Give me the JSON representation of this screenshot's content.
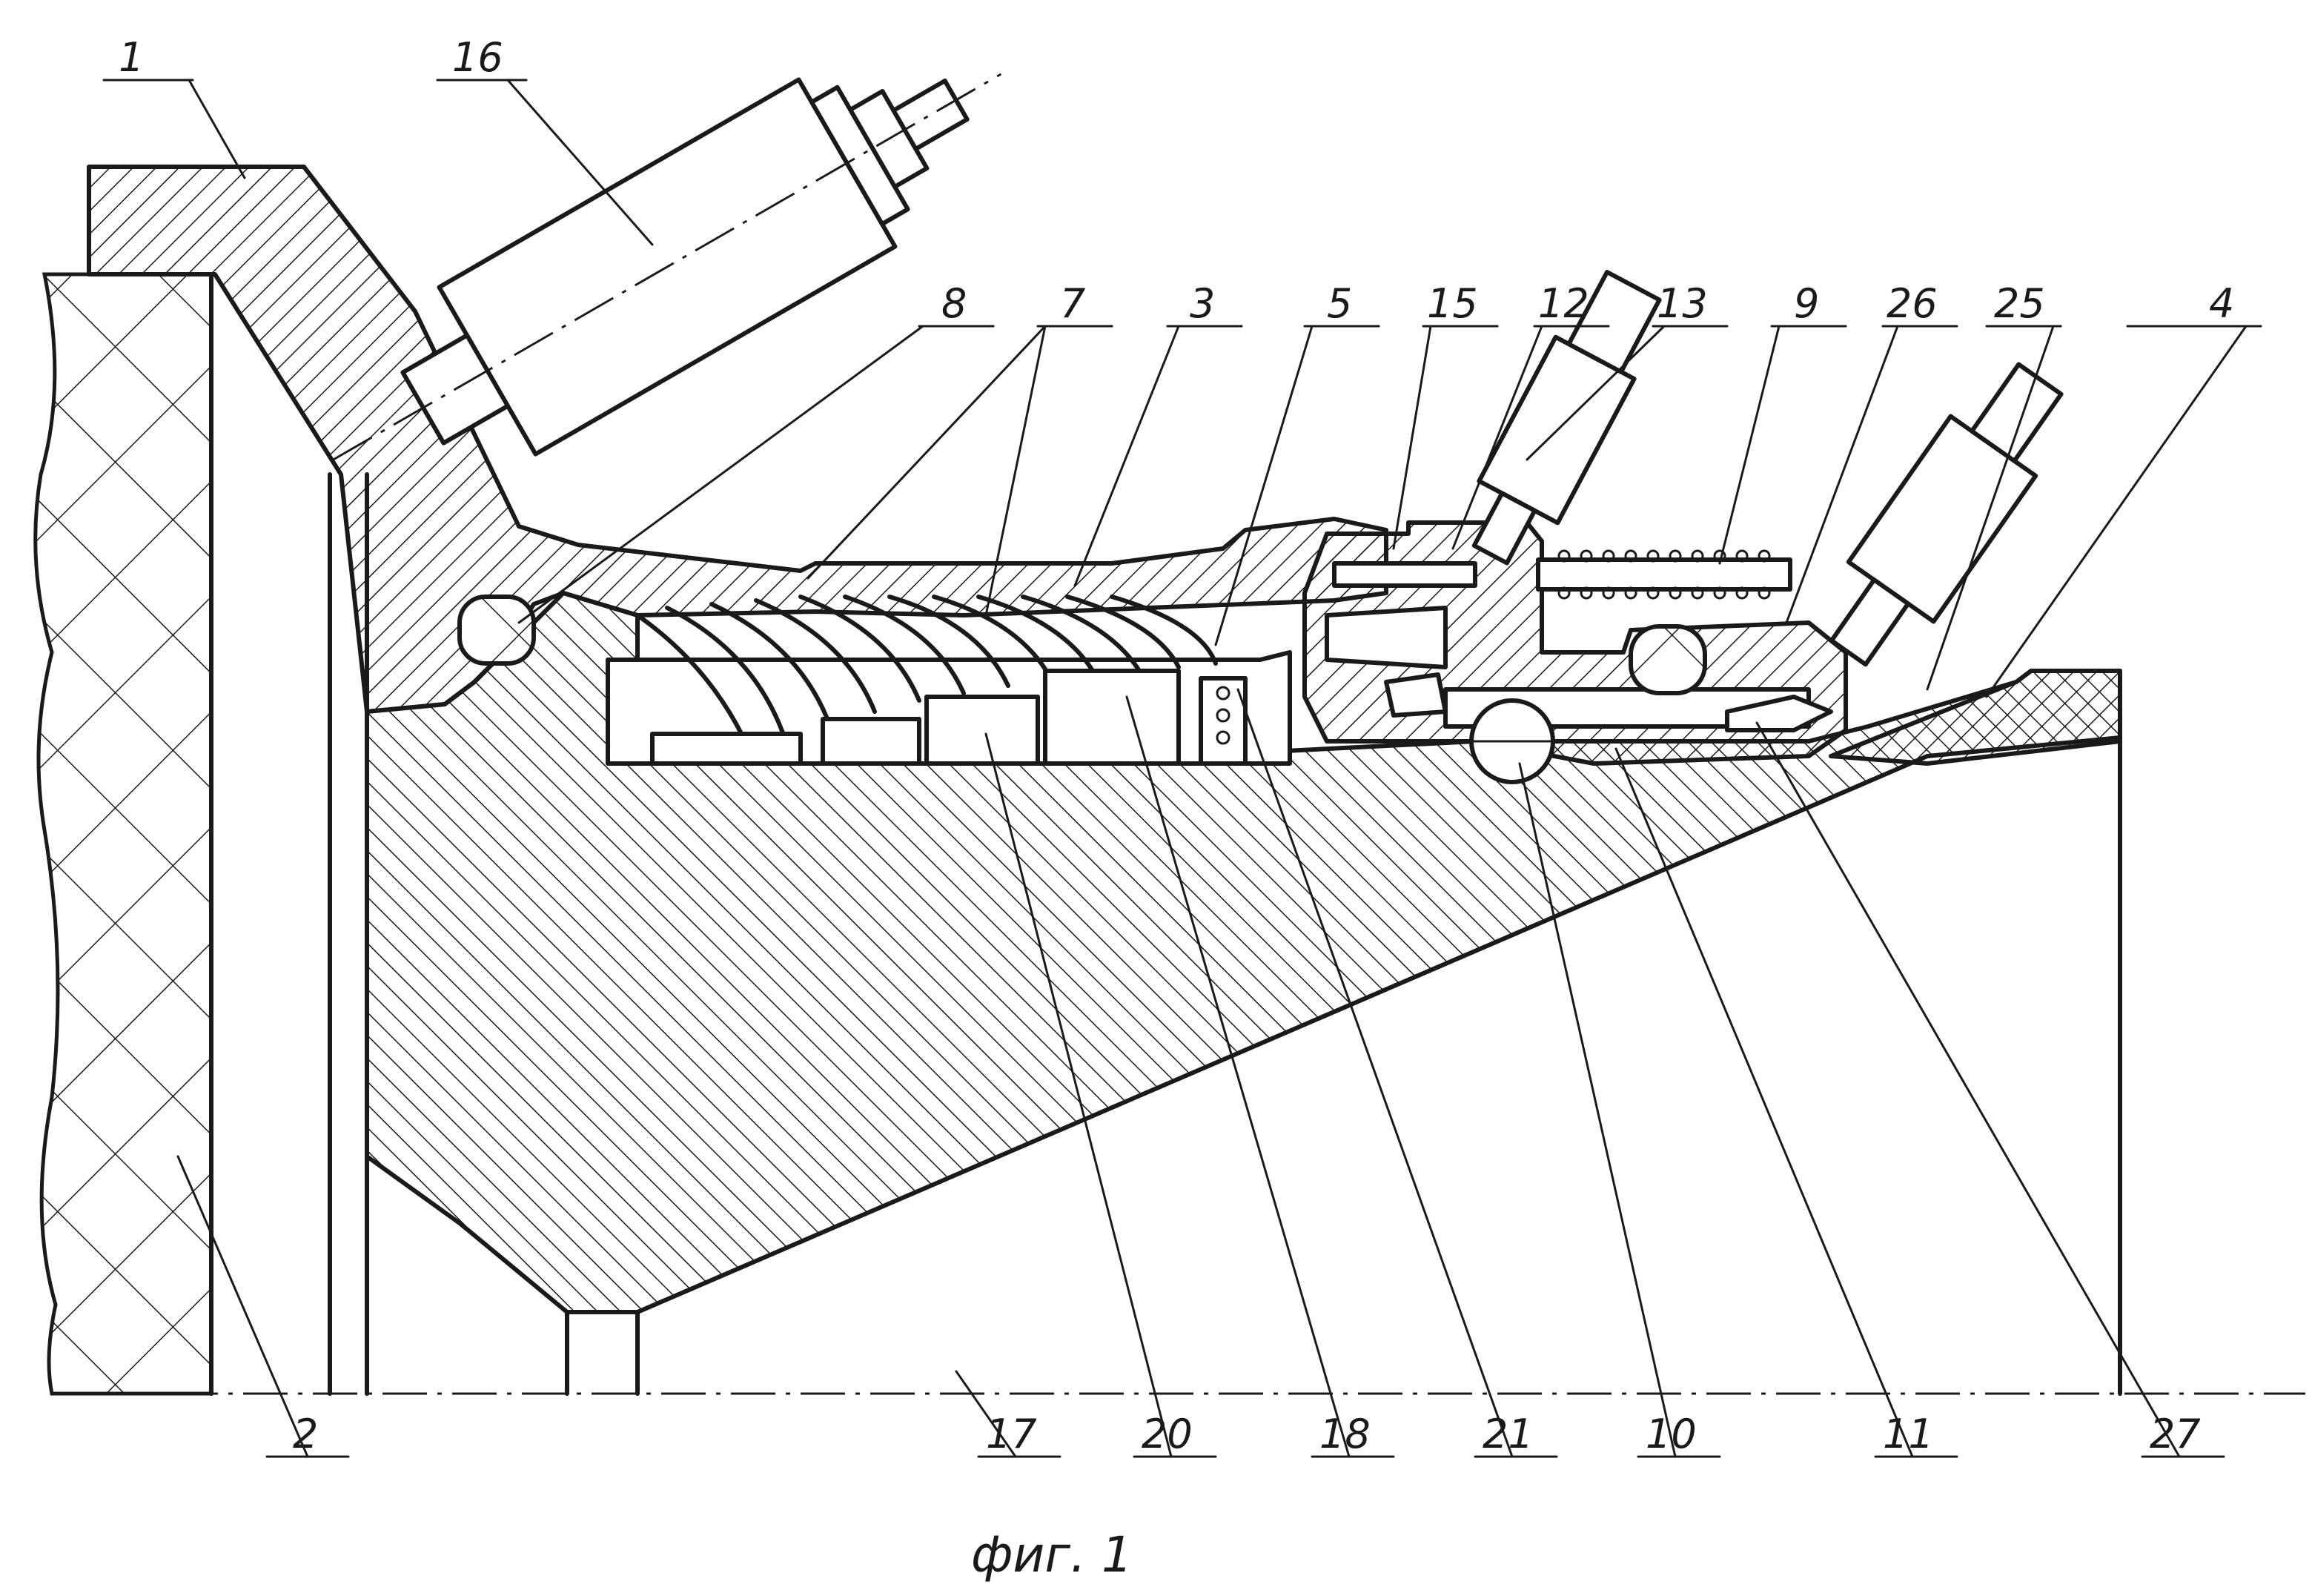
{
  "figure": {
    "caption": "фиг. 1",
    "callouts": [
      {
        "id": "c1",
        "text": "1"
      },
      {
        "id": "c16",
        "text": "16"
      },
      {
        "id": "c8",
        "text": "8"
      },
      {
        "id": "c7",
        "text": "7"
      },
      {
        "id": "c3",
        "text": "3"
      },
      {
        "id": "c5",
        "text": "5"
      },
      {
        "id": "c15",
        "text": "15"
      },
      {
        "id": "c12",
        "text": "12"
      },
      {
        "id": "c13",
        "text": "13"
      },
      {
        "id": "c9",
        "text": "9"
      },
      {
        "id": "c26",
        "text": "26"
      },
      {
        "id": "c25",
        "text": "25"
      },
      {
        "id": "c4",
        "text": "4"
      },
      {
        "id": "c2",
        "text": "2"
      },
      {
        "id": "c17",
        "text": "17"
      },
      {
        "id": "c20",
        "text": "20"
      },
      {
        "id": "c18",
        "text": "18"
      },
      {
        "id": "c21",
        "text": "21"
      },
      {
        "id": "c10",
        "text": "10"
      },
      {
        "id": "c11",
        "text": "11"
      },
      {
        "id": "c27",
        "text": "27"
      }
    ]
  },
  "colors": {
    "ink": "#1a1a1a",
    "paper": "#ffffff"
  }
}
